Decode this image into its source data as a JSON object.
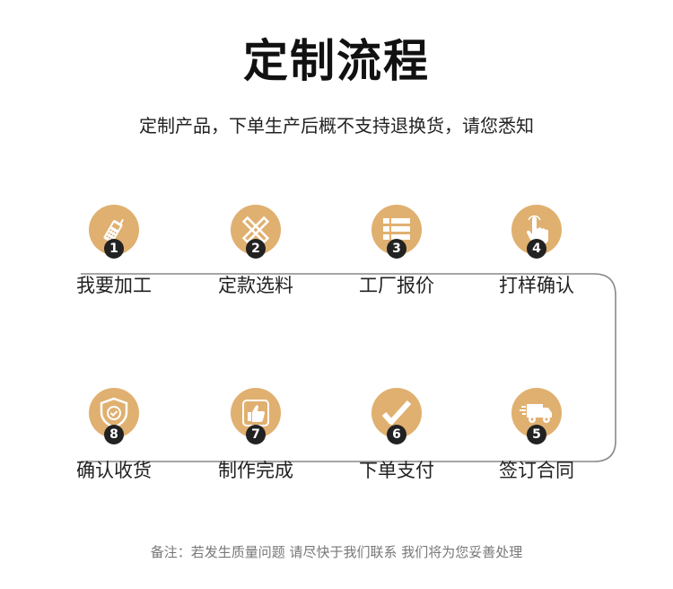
{
  "title": "定制流程",
  "subtitle": "定制产品，下单生产后概不支持退换货，请您悉知",
  "accent_color": "#e0b070",
  "steps": [
    {
      "number": "1",
      "label": "我要加工",
      "icon": "phone-icon"
    },
    {
      "number": "2",
      "label": "定款选料",
      "icon": "pencil-ruler-icon"
    },
    {
      "number": "3",
      "label": "工厂报价",
      "icon": "list-icon"
    },
    {
      "number": "4",
      "label": "打样确认",
      "icon": "hand-pointer-icon"
    },
    {
      "number": "5",
      "label": "签订合同",
      "icon": "truck-icon"
    },
    {
      "number": "6",
      "label": "下单支付",
      "icon": "checkmark-icon"
    },
    {
      "number": "7",
      "label": "制作完成",
      "icon": "thumbs-up-icon"
    },
    {
      "number": "8",
      "label": "确认收货",
      "icon": "shield-check-icon"
    }
  ],
  "footer": "备注：若发生质量问题 请尽快于我们联系 我们将为您妥善处理"
}
